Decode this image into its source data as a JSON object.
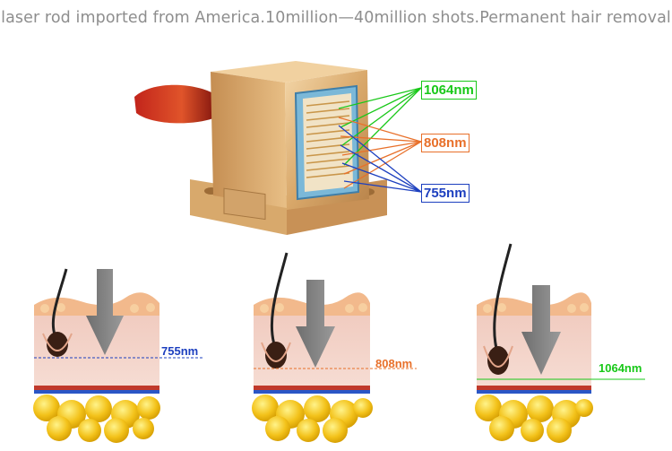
{
  "headline": "laser rod imported from America.10million—40million shots.Permanent hair removal",
  "wavelengths": {
    "w1064": {
      "label": "1064nm",
      "color": "#18c818"
    },
    "w808": {
      "label": "808nm",
      "color": "#e8702a"
    },
    "w755": {
      "label": "755nm",
      "color": "#1c3fbf"
    }
  },
  "panels": {
    "left": {
      "label": "755nm"
    },
    "middle": {
      "label": "808nm"
    },
    "right": {
      "label": "1064nm"
    }
  }
}
